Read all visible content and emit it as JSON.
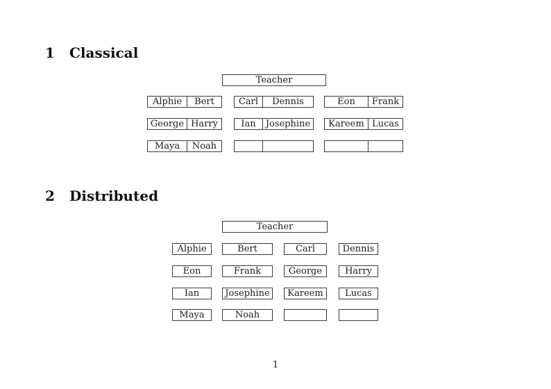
{
  "document": {
    "page_number": "1",
    "ink_color": "#1c1c1c",
    "border_color": "#3a3a3a",
    "background_color": "#ffffff"
  },
  "sections": [
    {
      "number": "1",
      "title": "Classical",
      "teacher_label": "Teacher",
      "desk_rows": [
        [
          [
            "Alphie",
            "Bert"
          ],
          [
            "Carl",
            "Dennis"
          ],
          [
            "Eon",
            "Frank"
          ]
        ],
        [
          [
            "George",
            "Harry"
          ],
          [
            "Ian",
            "Josephine"
          ],
          [
            "Kareem",
            "Lucas"
          ]
        ],
        [
          [
            "Maya",
            "Noah"
          ],
          [
            "",
            ""
          ],
          [
            "",
            ""
          ]
        ]
      ]
    },
    {
      "number": "2",
      "title": "Distributed",
      "teacher_label": "Teacher",
      "seat_rows": [
        [
          "Alphie",
          "Bert",
          "Carl",
          "Dennis"
        ],
        [
          "Eon",
          "Frank",
          "George",
          "Harry"
        ],
        [
          "Ian",
          "Josephine",
          "Kareem",
          "Lucas"
        ],
        [
          "Maya",
          "Noah",
          "",
          ""
        ]
      ]
    }
  ]
}
